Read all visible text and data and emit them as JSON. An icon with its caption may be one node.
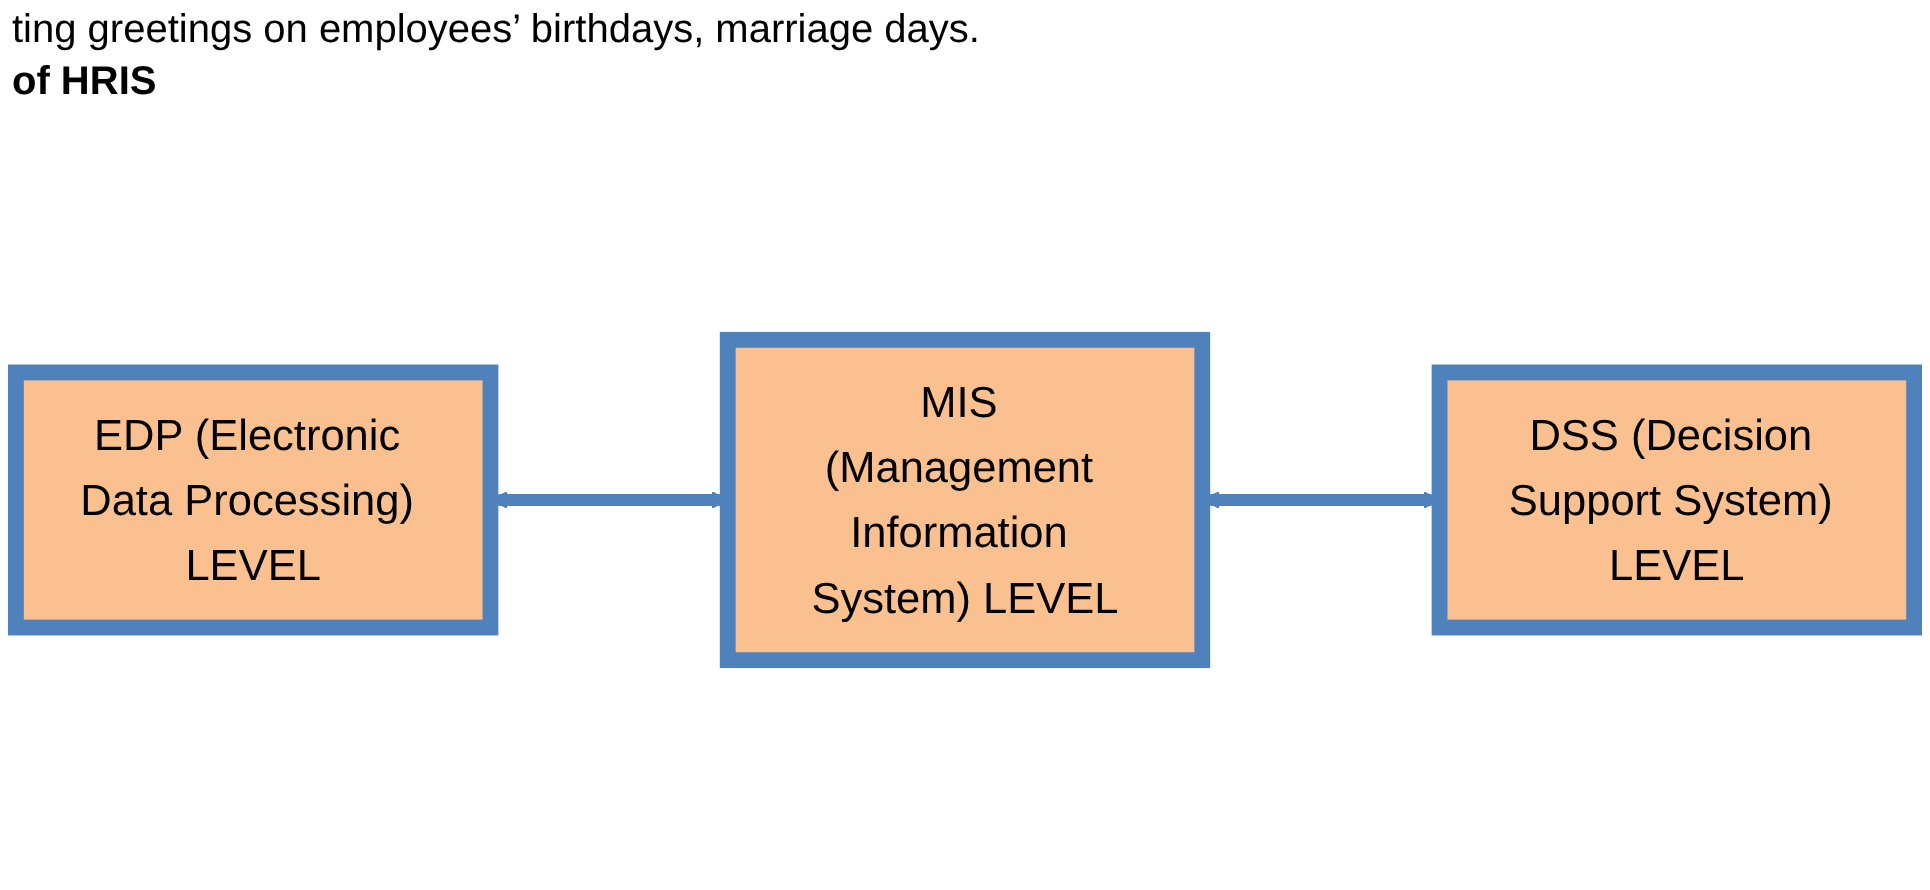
{
  "diagram": {
    "nodes": [
      {
        "text": [
          "EDP (Electronic Data Processing) LEVEL"
        ]
      },
      {
        "text": [
          "MIS (Management Information System) LEVEL"
        ]
      },
      {
        "text": [
          "DSS (Decision Support System) LEVEL"
        ]
      }
    ],
    "edges": [
      {
        "from": 0,
        "to": 1,
        "arrow": "both"
      },
      {
        "from": 1,
        "to": 2,
        "arrow": "both"
      }
    ],
    "labels": [
      "ting greetings on employees’ birthdays, marriage days.",
      "of HRIS"
    ]
  }
}
